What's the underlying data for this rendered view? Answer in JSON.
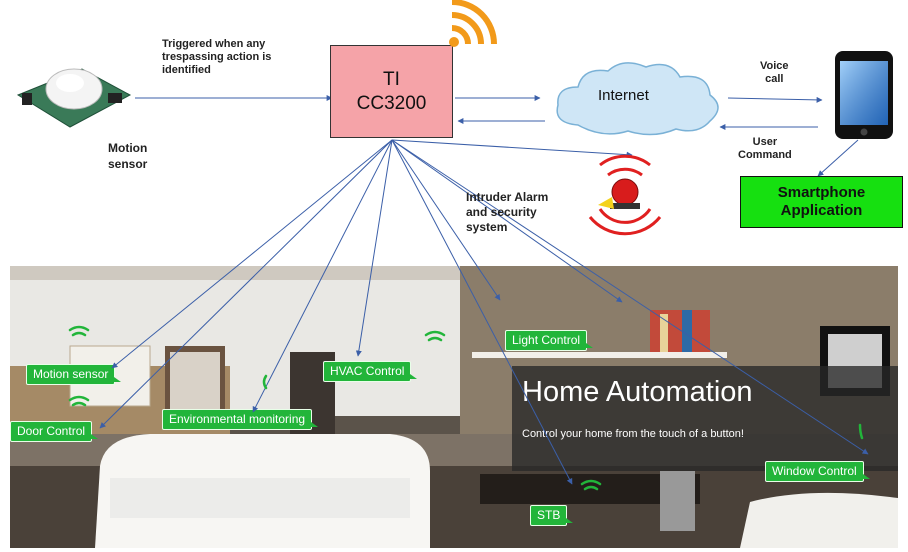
{
  "motion_sensor_note": [
    "Triggered when any",
    "trespassing action is",
    "identified"
  ],
  "motion_sensor_label": [
    "Motion",
    "sensor"
  ],
  "controller": [
    "TI",
    "CC3200"
  ],
  "internet_label": "Internet",
  "voice_call_label": [
    "Voice",
    "call"
  ],
  "user_command_label": [
    "User",
    "Command"
  ],
  "smartphone_app": [
    "Smartphone",
    "Application"
  ],
  "alarm_label": [
    "Intruder Alarm",
    "and security",
    "system"
  ],
  "scene": {
    "title": "Home Automation",
    "subtitle": "Control your home from the touch of a button!",
    "tags": {
      "motion": "Motion sensor",
      "door": "Door Control",
      "env": "Environmental monitoring",
      "hvac": "HVAC Control",
      "light": "Light Control",
      "window": "Window Control",
      "stb": "STB"
    }
  },
  "colors": {
    "controller_fill": "#f5a3a8",
    "app_fill": "#16e010",
    "tag_fill": "#22b53a",
    "line": "#3b5fa8"
  }
}
